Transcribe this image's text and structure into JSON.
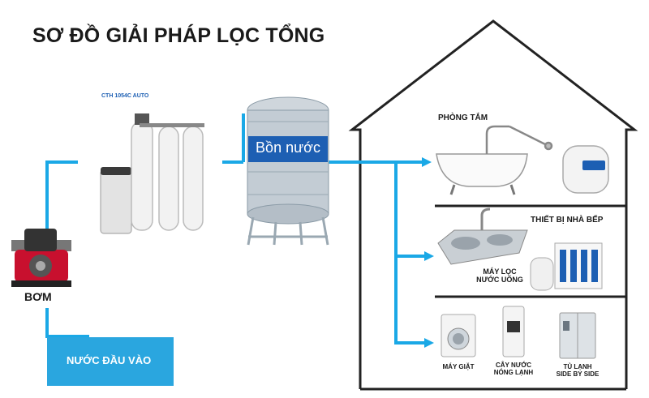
{
  "title": "SƠ ĐỒ GIẢI PHÁP LỌC TỔNG",
  "colors": {
    "pipe": "#1aa8e6",
    "house": "#222222",
    "inlet_box": "#2aa6df",
    "text": "#1a1a1a"
  },
  "pump": {
    "label": "BƠM",
    "icon": "water-pump-icon"
  },
  "inlet": {
    "label": "NƯỚC ĐẦU VÀO"
  },
  "filter": {
    "model": "CTH 1054C AUTO",
    "icon": "filter-system-icon"
  },
  "tank": {
    "label": "Bồn nước",
    "icon": "stainless-water-tank-icon"
  },
  "rooms": {
    "bathroom": {
      "label": "PHÒNG TẮM",
      "icons": [
        "bathtub-icon",
        "shower-faucet-icon",
        "water-heater-icon"
      ]
    },
    "kitchen": {
      "label": "THIẾT BỊ NHÀ BẾP",
      "icons": [
        "kitchen-sink-icon",
        "ro-purifier-icon"
      ],
      "purifier_line1": "MÁY LỌC",
      "purifier_line2": "NƯỚC UỐNG"
    },
    "appliances": [
      {
        "line1": "MÁY GIẶT",
        "line2": "",
        "icon": "washing-machine-icon"
      },
      {
        "line1": "CÂY NƯỚC",
        "line2": "NÓNG LẠNH",
        "icon": "water-dispenser-icon"
      },
      {
        "line1": "TỦ LẠNH",
        "line2": "SIDE BY SIDE",
        "icon": "refrigerator-icon"
      }
    ]
  }
}
